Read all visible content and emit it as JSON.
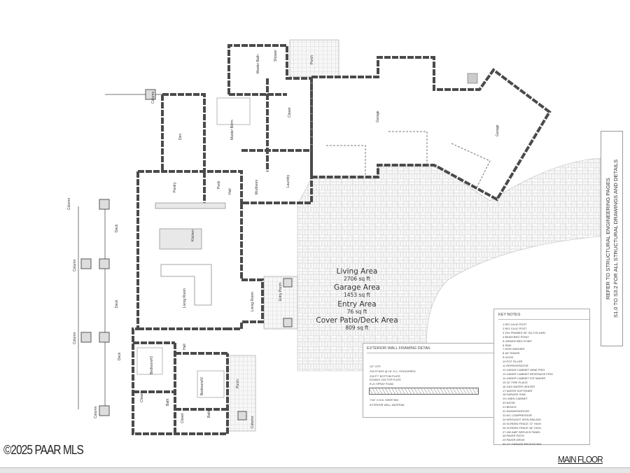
{
  "areas": {
    "living": {
      "label": "Living Area",
      "value": "2706 sq ft"
    },
    "garage": {
      "label": "Garage Area",
      "value": "1453 sq ft"
    },
    "entry": {
      "label": "Entry Area",
      "value": "76 sq ft"
    },
    "patio": {
      "label": "Cover Patio/Deck Area",
      "value": "809 sq ft"
    }
  },
  "rooms": {
    "master_bath": "Master Bath",
    "shower": "Shower",
    "porch_north": "Porch",
    "closet_master": "Closet",
    "master_bdrm": "Master Bdrm",
    "den": "Den",
    "pantry": "Pantry",
    "powder": "Pwdr",
    "hall_north": "Hall",
    "mudroom": "Mudroom",
    "laundry": "Laundry",
    "garage_main": "Garage",
    "garage_east": "Garage",
    "kitchen": "Kitchen",
    "living_room": "Living Room",
    "living_room_2": "Living Room",
    "entry_porch": "Entry Porch",
    "deck_1": "Deck",
    "deck_2": "Deck",
    "deck_3": "Deck",
    "column_1": "Column",
    "column_2": "Column",
    "column_3": "Column",
    "column_4": "Column",
    "column_5": "Column",
    "column_6": "Column",
    "bedroom_3": "Bedroom#3",
    "bedroom_2": "Bedroom#2",
    "hall_south": "Hall",
    "closet_3": "Closet",
    "bath_3": "Bath",
    "closet_2": "Closet",
    "bath_2": "Bath",
    "porch_south": "Porch"
  },
  "key_notes": {
    "title": "KEY NOTES",
    "items": [
      "1 RIG 10x10 POST",
      "2 RIG 12x12 POST",
      "3 2X4 FRAMED 30\" SQ COLUMN",
      "4 BEAM BRG POINT",
      "5 GIRDER BRG POINT",
      "6 SINK",
      "7 DISH WASHER",
      "8 48\" RANGE",
      "9 HOOD",
      "10 POT FILLER",
      "11 REFRIGERATOR",
      "12 UNDER CABINET WINE FRIG",
      "13 UNDER CABINET BEVERAGE FRIG",
      "14 UNDER CABINET ICE MAKER",
      "15 42\" FIRE PLACE",
      "16 GAS WATER HEATER",
      "17 WATER SOFTENER",
      "18 GARAGE SINK",
      "19 LINEN CABINET",
      "20 NICHE",
      "21 BENCH",
      "22 WASHER/DRYER",
      "23 A/C COMPRESSOR",
      "24 WROUGHT IRON RAILING",
      "25 SCREEN FENCE 72\" HIGH",
      "26 SCREEN FENCE 48\" HIGH",
      "27 400 AMP SERVICE PANEL",
      "28 PAVER PATIO",
      "29 PAVER DRIVE",
      "30 12\" GARAGE RECESS NIH"
    ]
  },
  "wall_detail": {
    "title": "EXTERIOR WALL FRAMING DETAIL",
    "labels_top": [
      "1/2\" GYP",
      "2X6 STUDS @ 16\" O.C. STAGGERED",
      "2X6 P.T. BOTTOM PLATE",
      "DOUBLE 2X6 TOP PLATE",
      "R-21 SPRAY FOAM"
    ],
    "labels_bottom": [
      "7/16\" O.S.B. SHEETING",
      "EXTERIOR WALL MATERIAL"
    ]
  },
  "structural_note": {
    "line1": "REFER TO STRUCTURAL ENGINEERING PAGES",
    "line2": "S1.0 TO S3.2 FOR ALL STRUCTURAL DRAWINGS AND DETAILS"
  },
  "watermark": "©2025 PAAR MLS",
  "sheet_title": "MAIN FLOOR",
  "colors": {
    "wall": "#4a4a4a",
    "paver_line": "#cfcfcf",
    "text": "#333333"
  }
}
